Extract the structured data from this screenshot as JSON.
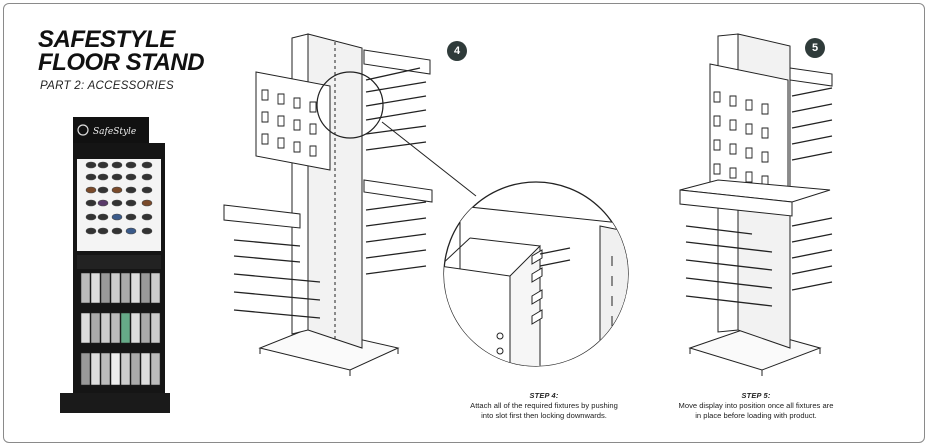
{
  "header": {
    "title_line1": "SAFESTYLE",
    "title_line2": "FLOOR STAND",
    "subtitle": "PART 2: ACCESSORIES"
  },
  "product_photo": {
    "logo_text": "SafeStyle"
  },
  "steps": [
    {
      "number": "4",
      "heading": "STEP 4:",
      "line1": "Attach all of the required fixtures by pushing",
      "line2": "into slot first then locking downwards."
    },
    {
      "number": "5",
      "heading": "STEP 5:",
      "line1": "Move display into position once all fixtures are",
      "line2": "in place before loading with product."
    }
  ],
  "colors": {
    "badge": "#2f3b3a",
    "line_art": "#222222",
    "stand_body": "#111111"
  },
  "icons": [
    "step-badge-icon",
    "zoom-callout-icon"
  ]
}
